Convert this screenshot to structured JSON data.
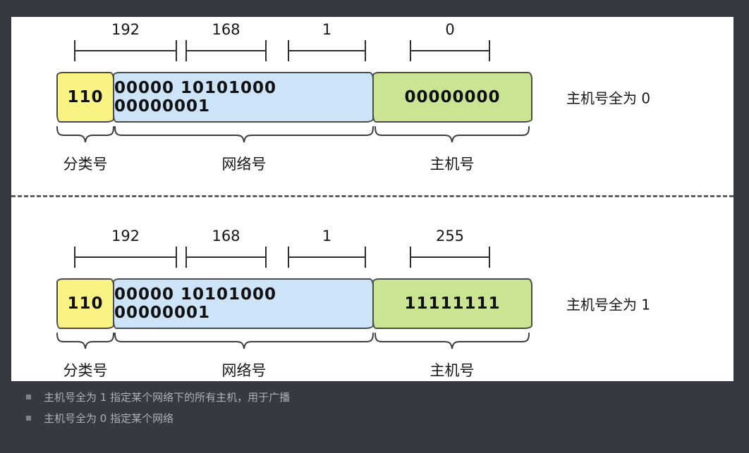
{
  "diagrams": [
    {
      "octets": [
        "192",
        "168",
        "1",
        "0"
      ],
      "class_bits": "110",
      "network_bits": "00000 10101000 00000001",
      "host_bits": "00000000",
      "class_label": "分类号",
      "network_label": "网络号",
      "host_label": "主机号",
      "caption": "主机号全为 0"
    },
    {
      "octets": [
        "192",
        "168",
        "1",
        "255"
      ],
      "class_bits": "110",
      "network_bits": "00000 10101000 00000001",
      "host_bits": "11111111",
      "class_label": "分类号",
      "network_label": "网络号",
      "host_label": "主机号",
      "caption": "主机号全为 1"
    }
  ],
  "notes": [
    "主机号全为 1 指定某个网络下的所有主机，用于广播",
    "主机号全为 0 指定某个网络"
  ],
  "colors": {
    "background": "#343a40",
    "card": "#ffffff",
    "class_fill": "#f8f382",
    "network_fill": "#cde4f8",
    "host_fill": "#c9e594",
    "note_text": "#a9b1b9"
  }
}
